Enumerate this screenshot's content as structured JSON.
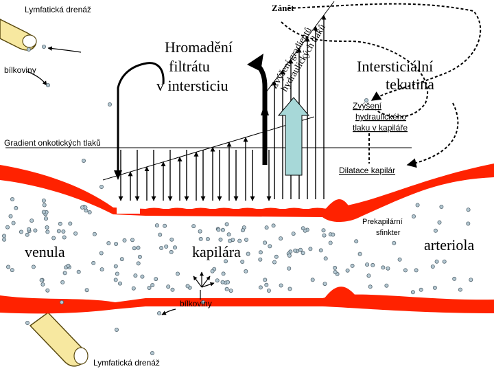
{
  "labels": {
    "lymph_top": "Lymfatická drenáž",
    "bilkoviny_top": "bílkoviny",
    "accumulation_l1": "Hromadění",
    "accumulation_l2": "filtrátu",
    "accumulation_l3": "v intersticiu",
    "zanet": "Zánět",
    "gradient_rot_l1": "Zvýšení gradientů",
    "gradient_rot_l2": "hydraulických tlaků",
    "interstitial_l1": "Intersticiální",
    "interstitial_l2": "tekutina",
    "hydraulic_l1": "Zvýšení",
    "hydraulic_l2": "hydraulického",
    "hydraulic_l3": "tlaku v kapiláře",
    "oncotic_gradient": "Gradient onkotických tlaků",
    "dilatace": "Dilatace kapilár",
    "prekapilarni_l1": "Prekapilární",
    "prekapilarni_l2": "sfinkter",
    "venula": "venula",
    "kapilara": "kapilára",
    "arteriola": "arteriola",
    "bilkoviny_bottom": "bílkoviny",
    "lymph_bottom": "Lymfatická drenáž"
  },
  "colors": {
    "vessel": "#ff2200",
    "vessel_pale": "#ff9a88",
    "lymph_vessel": "#f7e8a0",
    "lymph_outline": "#5a4a10",
    "arrow_light": "#a7d8d8",
    "particle": "#b3c7d1"
  }
}
